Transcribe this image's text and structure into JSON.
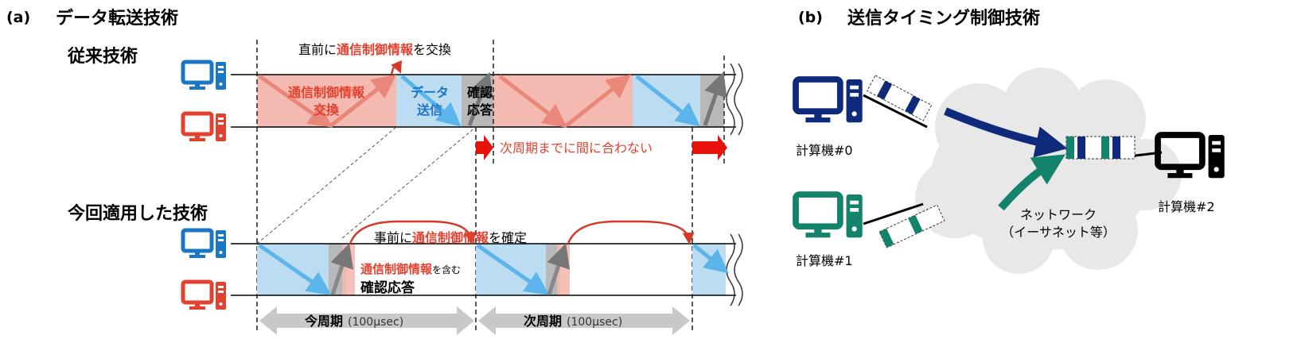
{
  "panel_a": {
    "label": "(a)",
    "title": "データ転送技術",
    "conventional": {
      "heading": "従来技術",
      "top_note_prefix": "直前に",
      "top_note_highlight": "通信制御情報",
      "top_note_suffix": "を交換",
      "exchange_label_1": "通信制御情報",
      "exchange_label_2": "交換",
      "data_label_1": "データ",
      "data_label_2": "送信",
      "ack_label_1": "確認",
      "ack_label_2": "応答",
      "late_note": "次周期までに間に合わない"
    },
    "proposed": {
      "heading": "今回適用した技術",
      "top_note_prefix": "事前に",
      "top_note_highlight": "通信制御情報",
      "top_note_suffix": "を確定",
      "ack_note_highlight": "通信制御情報",
      "ack_note_suffix": "を含む",
      "ack_label": "確認応答",
      "current_cycle": "今周期",
      "next_cycle": "次周期",
      "cycle_duration": "(100μsec)"
    }
  },
  "panel_b": {
    "label": "(b)",
    "title": "送信タイミング制御技術",
    "computer0": "計算機#0",
    "computer1": "計算機#1",
    "computer2": "計算機#2",
    "network_1": "ネットワーク",
    "network_2": "（イーサネット等）"
  },
  "colors": {
    "red": "#e2412f",
    "blue": "#1b77c5",
    "navy": "#0f2a7a",
    "teal": "#13836c",
    "pink": "#f4b9b0",
    "lightblue": "#bcdcf1",
    "gray": "#b0b0b0"
  }
}
